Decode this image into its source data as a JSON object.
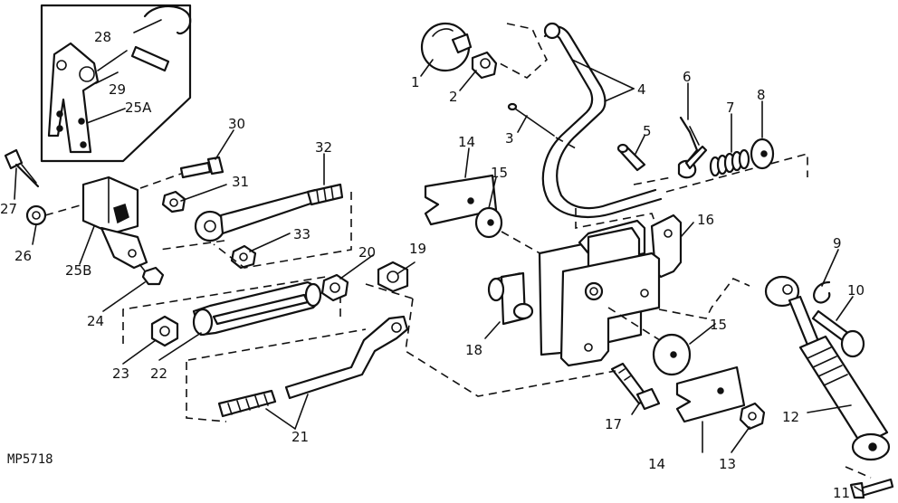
{
  "figure_code": "MP5718",
  "callouts": {
    "c1": "1",
    "c2": "2",
    "c3": "3",
    "c4": "4",
    "c5": "5",
    "c6": "6",
    "c7": "7",
    "c8": "8",
    "c9": "9",
    "c10": "10",
    "c11": "11",
    "c12": "12",
    "c13": "13",
    "c14a": "14",
    "c14b": "14",
    "c15a": "15",
    "c15b": "15",
    "c16": "16",
    "c17": "17",
    "c18": "18",
    "c19": "19",
    "c20": "20",
    "c21": "21",
    "c22": "22",
    "c23": "23",
    "c24": "24",
    "c25a": "25A",
    "c25b": "25B",
    "c26": "26",
    "c27": "27",
    "c28": "28",
    "c29": "29",
    "c30": "30",
    "c31": "31",
    "c32": "32",
    "c33": "33"
  }
}
